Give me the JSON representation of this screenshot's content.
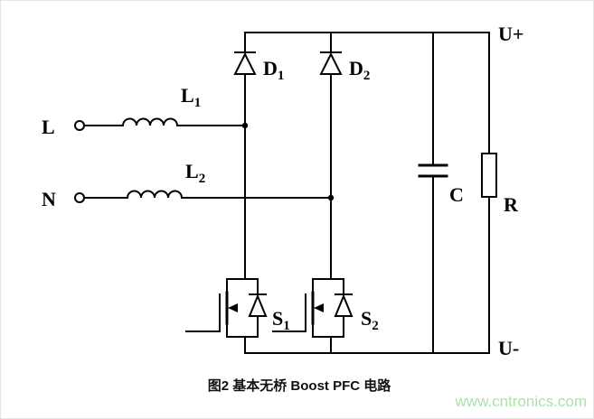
{
  "figure": {
    "caption": "图2 基本无桥 Boost PFC 电路",
    "watermark": "www.cntronics.com"
  },
  "colors": {
    "wire": "#000000",
    "background": "#ffffff",
    "watermark": "#a9e3a9"
  },
  "labels": {
    "input_l": "L",
    "input_n": "N",
    "inductor1": {
      "base": "L",
      "sub": "1"
    },
    "inductor2": {
      "base": "L",
      "sub": "2"
    },
    "diode1": {
      "base": "D",
      "sub": "1"
    },
    "diode2": {
      "base": "D",
      "sub": "2"
    },
    "switch1": {
      "base": "S",
      "sub": "1"
    },
    "switch2": {
      "base": "S",
      "sub": "2"
    },
    "capacitor": "C",
    "resistor": "R",
    "output_positive": "U+",
    "output_negative": "U-"
  }
}
